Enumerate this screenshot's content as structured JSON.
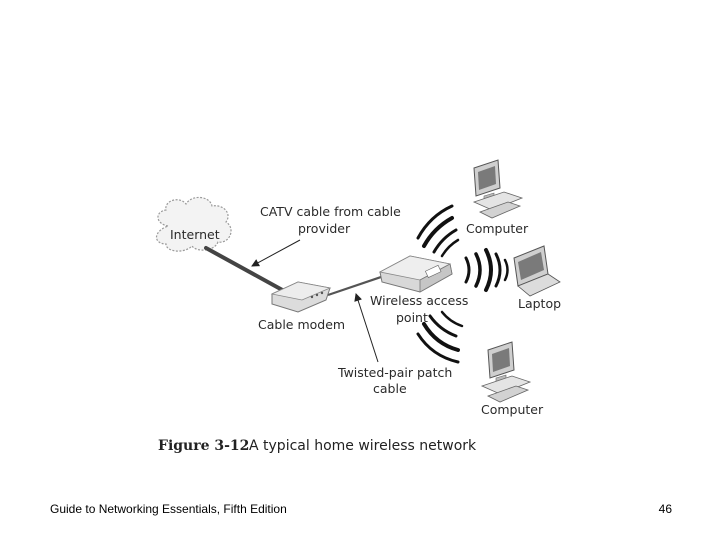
{
  "diagram": {
    "labels": {
      "internet": "Internet",
      "catv_line1": "CATV cable from cable",
      "catv_line2": "provider",
      "cable_modem": "Cable modem",
      "wap_line1": "Wireless access",
      "wap_line2": "point",
      "twisted_line1": "Twisted-pair patch",
      "twisted_line2": "cable",
      "computer_top": "Computer",
      "laptop": "Laptop",
      "computer_bottom": "Computer"
    },
    "caption": {
      "number": "Figure 3-12",
      "text": "A typical home wireless network"
    }
  },
  "footer": {
    "source": "Guide to Networking Essentials, Fifth Edition",
    "page_number": "46"
  }
}
